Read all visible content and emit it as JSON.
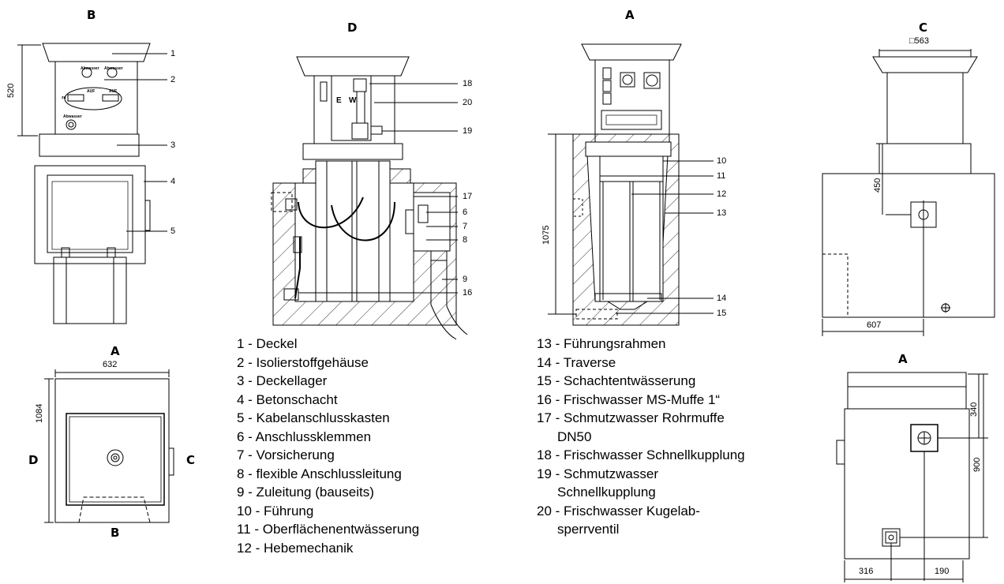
{
  "views": {
    "b_top": "B",
    "d_top": "D",
    "a_top": "A",
    "c_top": "C",
    "a_plan": "A",
    "d_plan": "D",
    "c_plan": "C",
    "b_plan": "B",
    "a_plan2": "A"
  },
  "dimensions": {
    "h520": "520",
    "h1075": "1075",
    "w563": "□563",
    "h450": "450",
    "w607": "607",
    "w632": "632",
    "h1084": "1084",
    "h340": "340",
    "h900": "900",
    "w316": "316",
    "w190": "190"
  },
  "callouts": [
    "1",
    "2",
    "3",
    "4",
    "5",
    "6",
    "7",
    "8",
    "9",
    "10",
    "11",
    "12",
    "13",
    "14",
    "15",
    "16",
    "17",
    "18",
    "19",
    "20"
  ],
  "panel_text": {
    "abwasser1": "Abwasser",
    "abwasser2": "Abwasser",
    "abwasser3": "Abwasser",
    "zu": "zu",
    "auf1": "AUF",
    "auf2": "AUF",
    "e": "E",
    "w": "W"
  },
  "legend_left": [
    "1 - Deckel",
    "2 - Isolierstoffgehäuse",
    "3 - Deckellager",
    "4 - Betonschacht",
    "5 - Kabelanschlusskasten",
    "6 - Anschlussklemmen",
    "7 - Vorsicherung",
    "8 - flexible Anschlussleitung",
    "9 - Zuleitung (bauseits)",
    "10 - Führung",
    "11 - Oberflächenentwässerung",
    "12 - Hebemechanik"
  ],
  "legend_right": [
    "13 - Führungsrahmen",
    "14 - Traverse",
    "15 - Schachtentwässerung",
    "16 - Frischwasser MS-Muffe 1“",
    "17 - Schmutzwasser Rohrmuffe",
    "DN50",
    "18 - Frischwasser Schnellkupplung",
    "19 - Schmutzwasser",
    "Schnellkupplung",
    "20 - Frischwasser Kugelab-",
    "sperrventil"
  ]
}
